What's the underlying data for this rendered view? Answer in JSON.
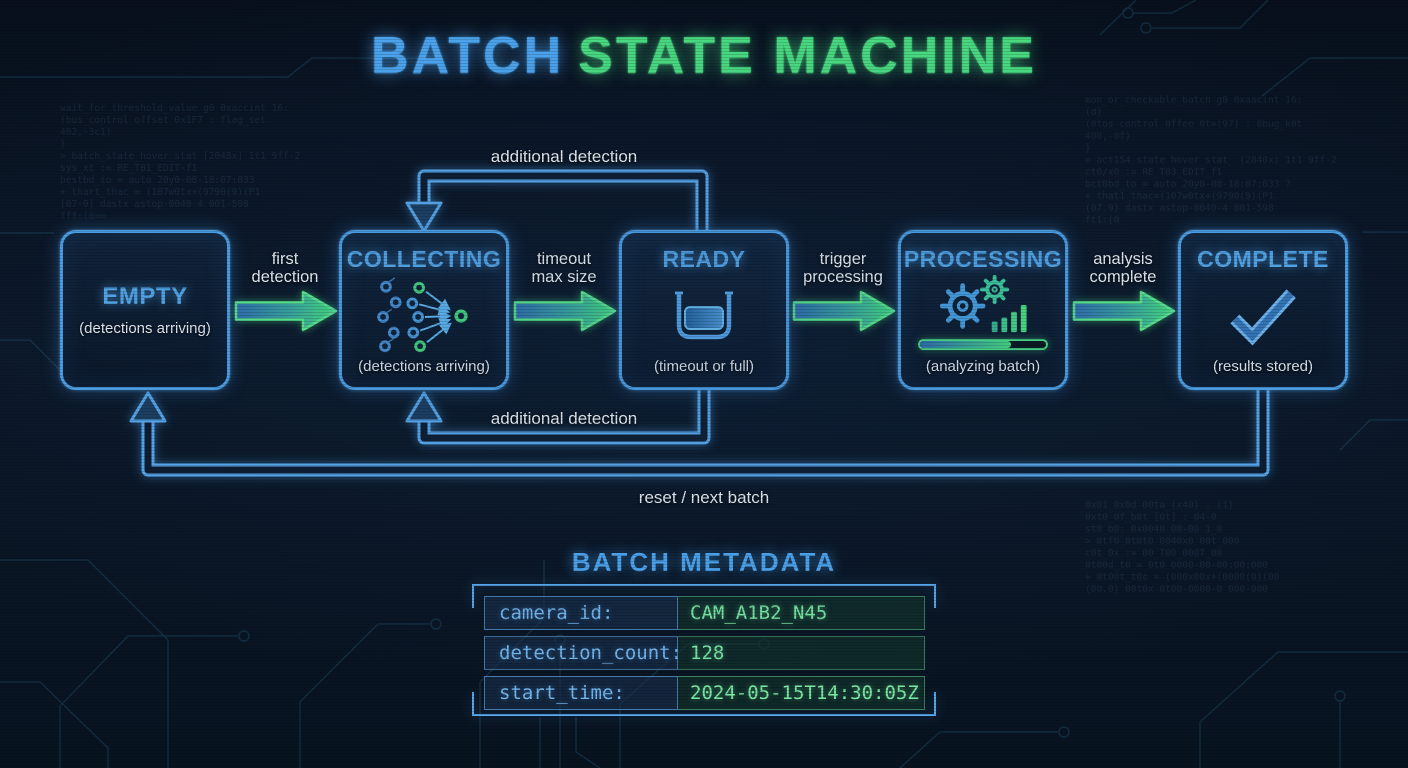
{
  "title": {
    "part1": "BATCH",
    "part2": "STATE MACHINE"
  },
  "states": [
    {
      "name": "EMPTY",
      "subtitle": "(detections arriving)",
      "icon": null
    },
    {
      "name": "COLLECTING",
      "subtitle": "(detections arriving)",
      "icon": "detections-converge-icon"
    },
    {
      "name": "READY",
      "subtitle": "(timeout or full)",
      "icon": "filled-batch-container-icon"
    },
    {
      "name": "PROCESSING",
      "subtitle": "(analyzing batch)",
      "icon": "gears-analytics-icon",
      "progress_percent": 72
    },
    {
      "name": "COMPLETE",
      "subtitle": "(results stored)",
      "icon": "checkmark-icon"
    }
  ],
  "transitions": [
    {
      "from": "EMPTY",
      "to": "COLLECTING",
      "label_lines": [
        "first",
        "detection"
      ]
    },
    {
      "from": "COLLECTING",
      "to": "READY",
      "label_lines": [
        "timeout",
        "max size"
      ]
    },
    {
      "from": "READY",
      "to": "PROCESSING",
      "label_lines": [
        "trigger",
        "processing"
      ]
    },
    {
      "from": "PROCESSING",
      "to": "COMPLETE",
      "label_lines": [
        "analysis",
        "complete"
      ]
    }
  ],
  "loops": {
    "top_label": "additional detection",
    "bottom_label": "additional detection",
    "reset_label": "reset / next batch"
  },
  "metadata": {
    "heading": "BATCH METADATA",
    "rows": [
      {
        "key": "camera_id:",
        "value": "CAM_A1B2_N45"
      },
      {
        "key": "detection_count:",
        "value": "128"
      },
      {
        "key": "start_time:",
        "value": "2024-05-15T14:30:05Z"
      }
    ]
  },
  "colors": {
    "background": "#0a1422",
    "accent_blue": "#4da6f0",
    "accent_green": "#4ade80",
    "box_border": "#4da2e8",
    "arrow_green": "#5ceb8c",
    "loop_blue": "#58a8ec",
    "label_text": "#f2f6fa",
    "metadata_key": "#74b6ee",
    "metadata_value": "#7ae8a2"
  },
  "background": {
    "code_blocks": [
      "wait_for_threshold_value g0 0xaccint 16:\n  (bus_control offset 0x1F7 : flag_set\n  402,-3c1)\n}\n> batch_state_hover_stat [2048x] 1t1 9ff-2\n  sys_xt := RE_T01_EDIT-f1\n  bestbd_io = auto  20y0-08-18:07:033\n+ thart_thac = (107w0tx+(9790(9)(P1\n  [07-9] dastx astop-0040-4 001-598\n  fff:(0==",
      "mon_or_checkable_batch g0 0xaacint 16:\n  (d)\n  (0tos_control 0ffee 0t=(97) : 0bug_k0t\n  400,-0f)\n}\n= act154 state hover_stat_ (2040x) 1t1 9ff-2\n  ct0/x0 := RE_T03_EDIT_f1\n  bct0bd_to = auto  20y0-08-18:07:033 ?\n+ that1_thac=(107w0tx+(9790(9)(P1\n  (07.9) dastx astop-0040-4 001-598\n  ft1:(0",
      "0x01 0x0d 00ta_(x40) : (1)\n  0xt0_0f_b0t [0t] : 04-0\n  st0_b0: 0x0040 00-00 1_0\n> 0tf0 0t0t0 0040x0 00t_000\n  c0t_0x := 00_T00_000T_00\n  0t00d_t0 = 0t0  0000-00-00:00:000\n+ 0t00t_t0c = (000x00x+(0000(0)(00\n  (00.0) 00t0x 0t00-0000-0 000-000"
    ]
  }
}
